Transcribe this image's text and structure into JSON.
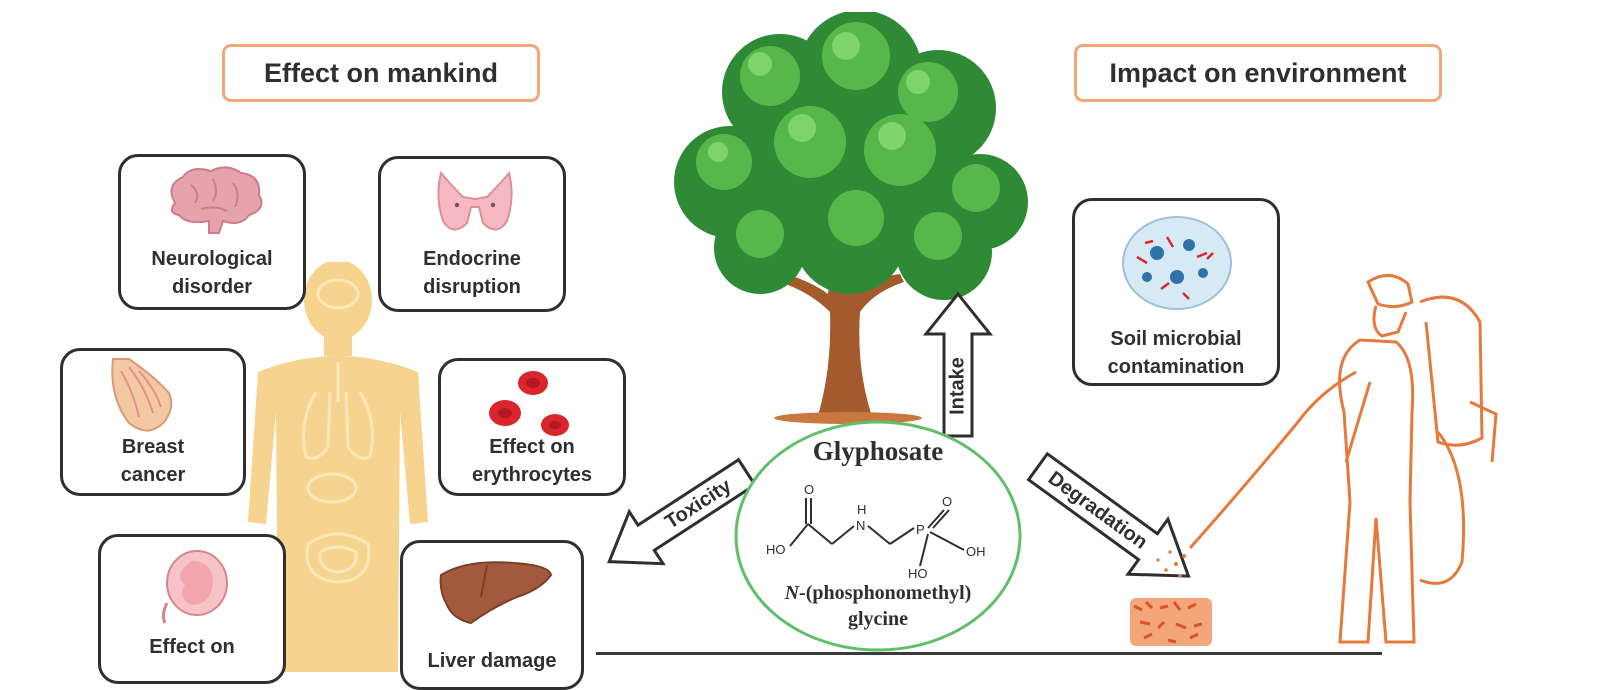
{
  "headings": {
    "mankind": "Effect on mankind",
    "environment": "Impact on environment"
  },
  "mankind_cards": {
    "neurological": "Neurological disorder",
    "endocrine": "Endocrine disruption",
    "breast": "Breast cancer",
    "erythrocytes": "Effect on erythrocytes",
    "fetus": "Effect on",
    "liver": "Liver damage"
  },
  "environment_cards": {
    "soil": "Soil microbial contamination"
  },
  "arrows": {
    "toxicity": "Toxicity",
    "intake": "Intake",
    "degradation": "Degradation"
  },
  "compound": {
    "name": "Glyphosate",
    "iupac_prefix": "N-",
    "iupac_rest": "(phosphonomethyl)",
    "iupac_line2": "glycine",
    "atoms": {
      "o_top": "O",
      "ho_left": "HO",
      "h": "H",
      "n": "N",
      "p": "P",
      "o_p": "O",
      "oh": "OH",
      "ho_bottom": "HO"
    }
  },
  "colors": {
    "heading_border": "#f2a779",
    "card_border": "#2f2f2f",
    "glyphosate_circle": "#5fbf6a",
    "human_silhouette": "#f6d48f",
    "tree_green": "#3e9b3c",
    "trunk": "#a35a2c",
    "sprayer_orange": "#e57a3c",
    "blood_red": "#d9262e"
  }
}
